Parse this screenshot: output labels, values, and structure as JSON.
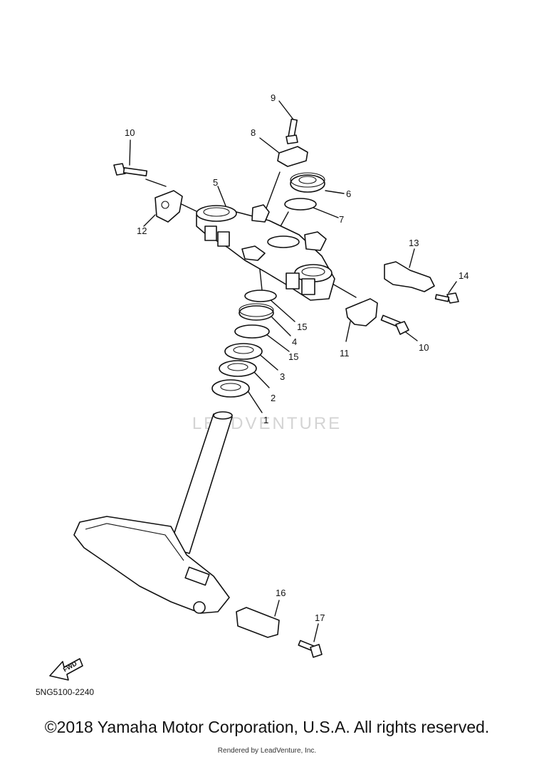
{
  "callouts": [
    {
      "id": "n9",
      "label": "9"
    },
    {
      "id": "n8",
      "label": "8"
    },
    {
      "id": "n10a",
      "label": "10"
    },
    {
      "id": "n5",
      "label": "5"
    },
    {
      "id": "n6",
      "label": "6"
    },
    {
      "id": "n7",
      "label": "7"
    },
    {
      "id": "n12",
      "label": "12"
    },
    {
      "id": "n13",
      "label": "13"
    },
    {
      "id": "n14",
      "label": "14"
    },
    {
      "id": "n15a",
      "label": "15"
    },
    {
      "id": "n4",
      "label": "4"
    },
    {
      "id": "n15b",
      "label": "15"
    },
    {
      "id": "n11",
      "label": "11"
    },
    {
      "id": "n10b",
      "label": "10"
    },
    {
      "id": "n3",
      "label": "3"
    },
    {
      "id": "n2",
      "label": "2"
    },
    {
      "id": "n1",
      "label": "1"
    },
    {
      "id": "n16",
      "label": "16"
    },
    {
      "id": "n17",
      "label": "17"
    }
  ],
  "diagram_code": "5NG5100-2240",
  "fwd_label": "FWD",
  "watermark": "LEADVENTURE",
  "copyright": "©2018 Yamaha Motor Corporation, U.S.A. All rights reserved.",
  "rendered_by": "Rendered by LeadVenture, Inc."
}
